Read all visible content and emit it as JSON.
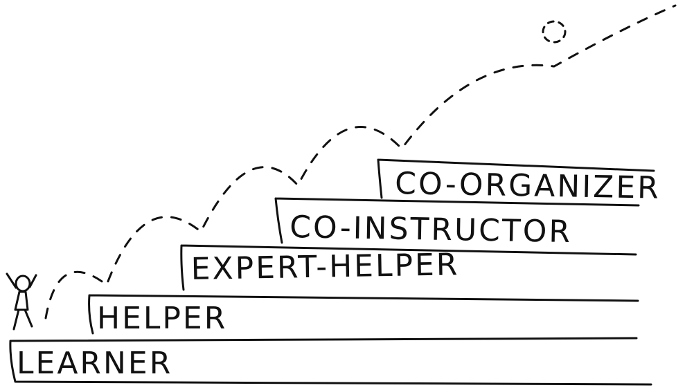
{
  "steps": [
    {
      "label": "LEARNER"
    },
    {
      "label": "HELPER"
    },
    {
      "label": "EXPERT-HELPER"
    },
    {
      "label": "CO-INSTRUCTOR"
    },
    {
      "label": "CO-ORGANIZER"
    }
  ],
  "colors": {
    "ink": "#111111",
    "background": "#ffffff"
  }
}
